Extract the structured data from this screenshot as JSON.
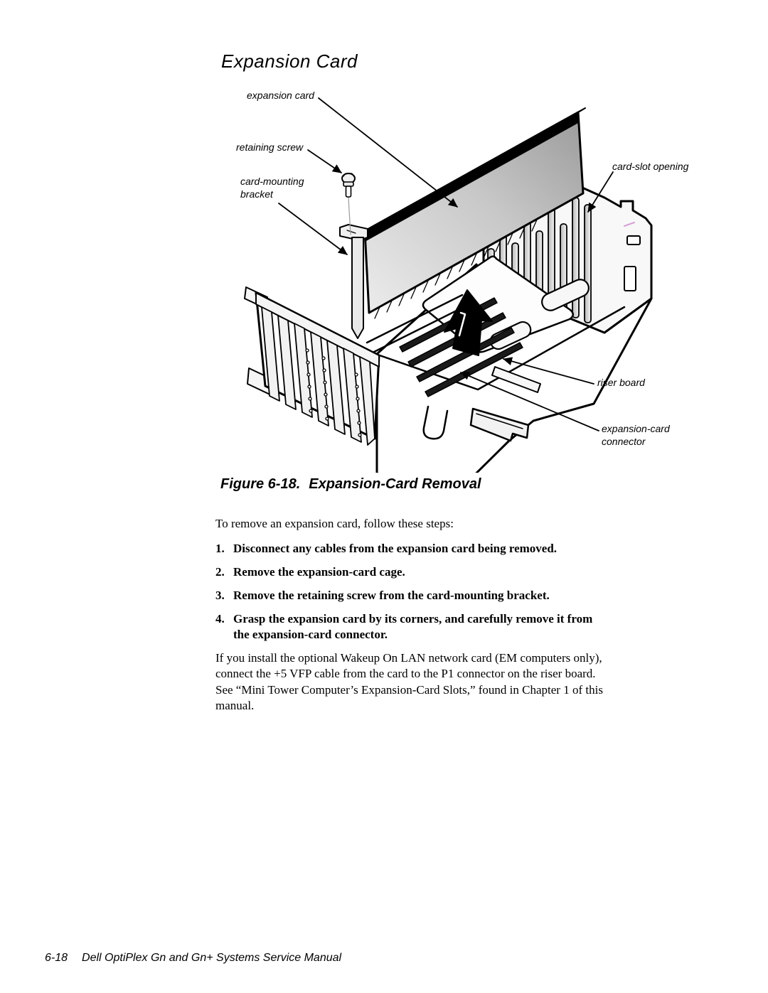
{
  "page": {
    "title": "Expansion Card",
    "figure": {
      "caption_prefix": "Figure 6-18.",
      "caption_title": "Expansion-Card Removal",
      "labels": {
        "expansion_card": "expansion card",
        "retaining_screw": "retaining screw",
        "card_mounting_bracket": "card-mounting bracket",
        "card_slot_opening": "card-slot opening",
        "riser_board": "riser board",
        "expansion_card_connector": "expansion-card connector"
      }
    },
    "intro": "To remove an expansion card, follow these steps:",
    "steps": [
      {
        "number": "1.",
        "lines": [
          "Disconnect any cables from the expansion card being removed."
        ]
      },
      {
        "number": "2.",
        "lines": [
          "Remove the expansion-card cage."
        ]
      },
      {
        "number": "3.",
        "lines": [
          "Remove the retaining screw from the card-mounting bracket."
        ]
      },
      {
        "number": "4.",
        "lines": [
          "Grasp the expansion card by its corners, and carefully remove it from",
          "the expansion-card connector."
        ]
      }
    ],
    "paragraph_lines": [
      "If you install the optional Wakeup On LAN network card (EM computers only),",
      "connect the +5 VFP cable from the card to the P1 connector on the riser board.",
      "See “Mini Tower Computer’s Expansion-Card Slots,” found in Chapter 1 of this",
      "manual."
    ],
    "footer": {
      "page_number": "6-18",
      "manual_title": "Dell OptiPlex Gn and Gn+ Systems Service Manual"
    },
    "colors": {
      "text": "#000000",
      "background": "#ffffff",
      "card_dark": "#9a9a9a",
      "card_light": "#ececec"
    }
  }
}
